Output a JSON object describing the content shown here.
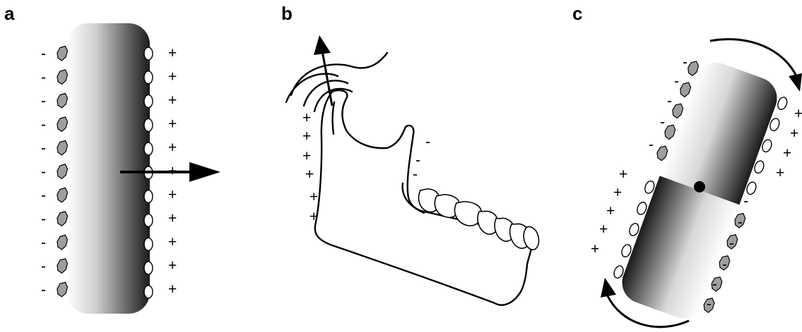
{
  "panels": [
    {
      "id": "a",
      "label": "a"
    },
    {
      "id": "b",
      "label": "b"
    },
    {
      "id": "c",
      "label": "c"
    }
  ],
  "signs": {
    "plus": "+",
    "minus": "-"
  },
  "colors": {
    "ink": "#000000",
    "negative_particle": "#9e9e9e",
    "positive_particle": "#ffffff",
    "gradient_dark": "#1a1a1a",
    "gradient_light": "#ffffff"
  }
}
